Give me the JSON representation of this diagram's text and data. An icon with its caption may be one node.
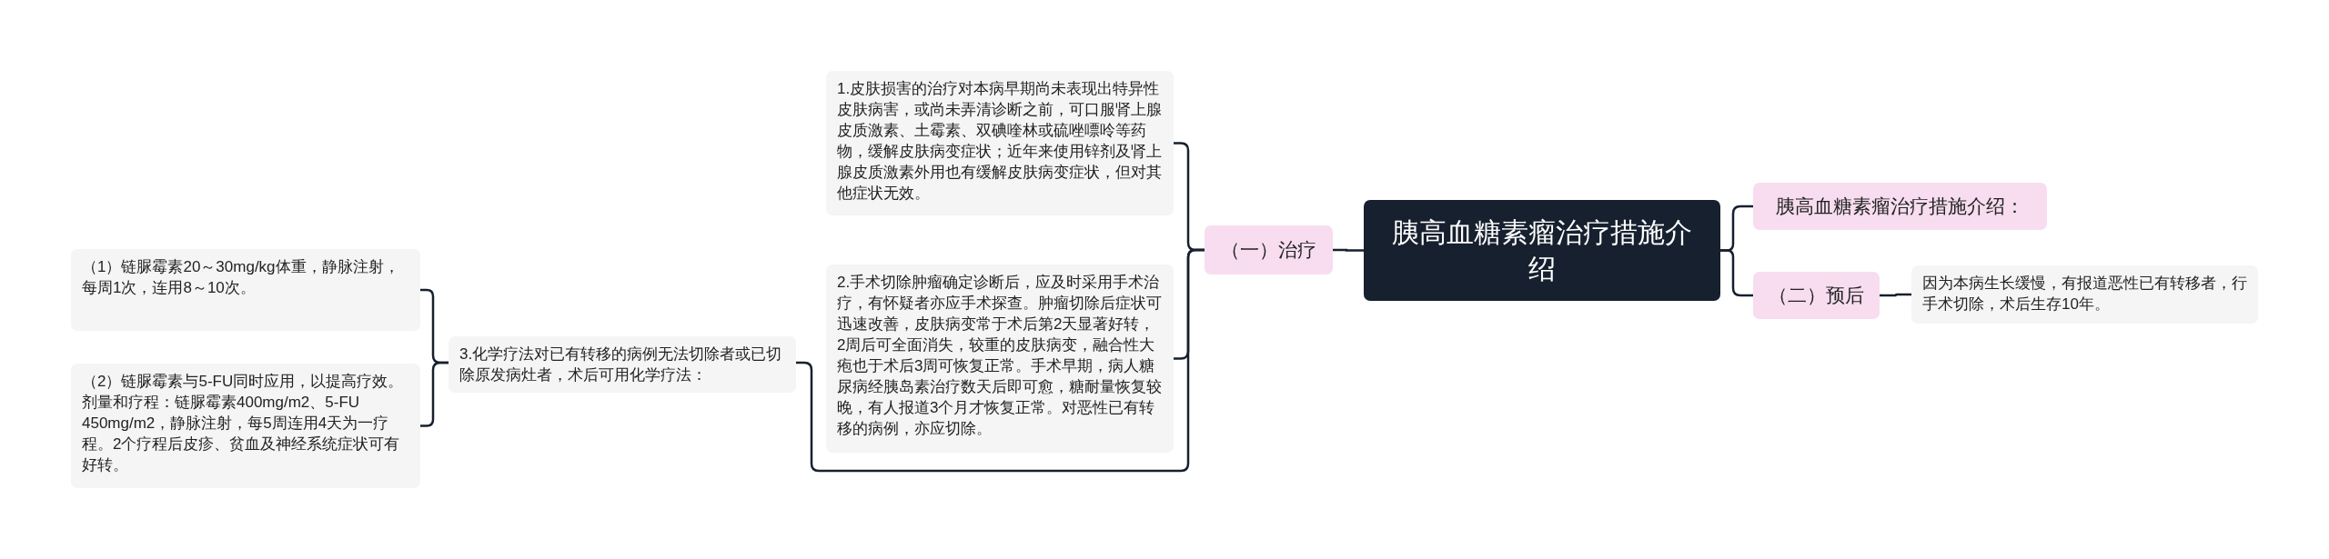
{
  "diagram": {
    "nodes": [
      {
        "text": [
          "胰高血糖素瘤治疗措施介绍"
        ]
      },
      {
        "text": [
          "胰高血糖素瘤治疗措施介绍："
        ]
      },
      {
        "text": [
          "（一）治疗"
        ]
      },
      {
        "text": [
          "1.皮肤损害的治疗对本病早期尚未表现出特异性皮肤病害，或尚未弄清诊断之前，可口服肾上腺皮质激素、土霉素、双碘喹林或硫唑嘌呤等药物，缓解皮肤病变症状；近年来使用锌剂及肾上腺皮质激素外用也有缓解皮肤病变症状，但对其他症状无效。"
        ]
      },
      {
        "text": [
          "2.手术切除肿瘤确定诊断后，应及时采用手术治疗，有怀疑者亦应手术探查。肿瘤切除后症状可迅速改善，皮肤病变常于术后第2天显著好转，2周后可全面消失，较重的皮肤病变，融合性大疱也于术后3周可恢复正常。手术早期，病人糖尿病经胰岛素治疗数天后即可愈，糖耐量恢复较晚，有人报道3个月才恢复正常。对恶性已有转移的病例，亦应切除。"
        ]
      },
      {
        "text": [
          "3.化学疗法对已有转移的病例无法切除者或已切除原发病灶者，术后可用化学疗法："
        ]
      },
      {
        "text": [
          "（1）链脲霉素20～30mg/kg体重，静脉注射，每周1次，连用8～10次。"
        ]
      },
      {
        "text": [
          "（2）链脲霉素与5-FU同时应用，以提高疗效。剂量和疗程：链脲霉素400mg/m2、5-FU 450mg/m2，静脉注射，每5周连用4天为一疗程。2个疗程后皮疹、贫血及神经系统症状可有好转。"
        ]
      },
      {
        "text": [
          "（二）预后"
        ]
      },
      {
        "text": [
          "因为本病生长缓慢，有报道恶性已有转移者，行手术切除，术后生存10年。"
        ]
      }
    ],
    "edges": [
      {
        "from": 0,
        "to": 1,
        "arrow": "none"
      },
      {
        "from": 0,
        "to": 2,
        "arrow": "none"
      },
      {
        "from": 2,
        "to": 3,
        "arrow": "none"
      },
      {
        "from": 2,
        "to": 4,
        "arrow": "none"
      },
      {
        "from": 2,
        "to": 5,
        "arrow": "none"
      },
      {
        "from": 5,
        "to": 6,
        "arrow": "none"
      },
      {
        "from": 5,
        "to": 7,
        "arrow": "none"
      },
      {
        "from": 0,
        "to": 8,
        "arrow": "none"
      },
      {
        "from": 8,
        "to": 9,
        "arrow": "none"
      }
    ]
  }
}
